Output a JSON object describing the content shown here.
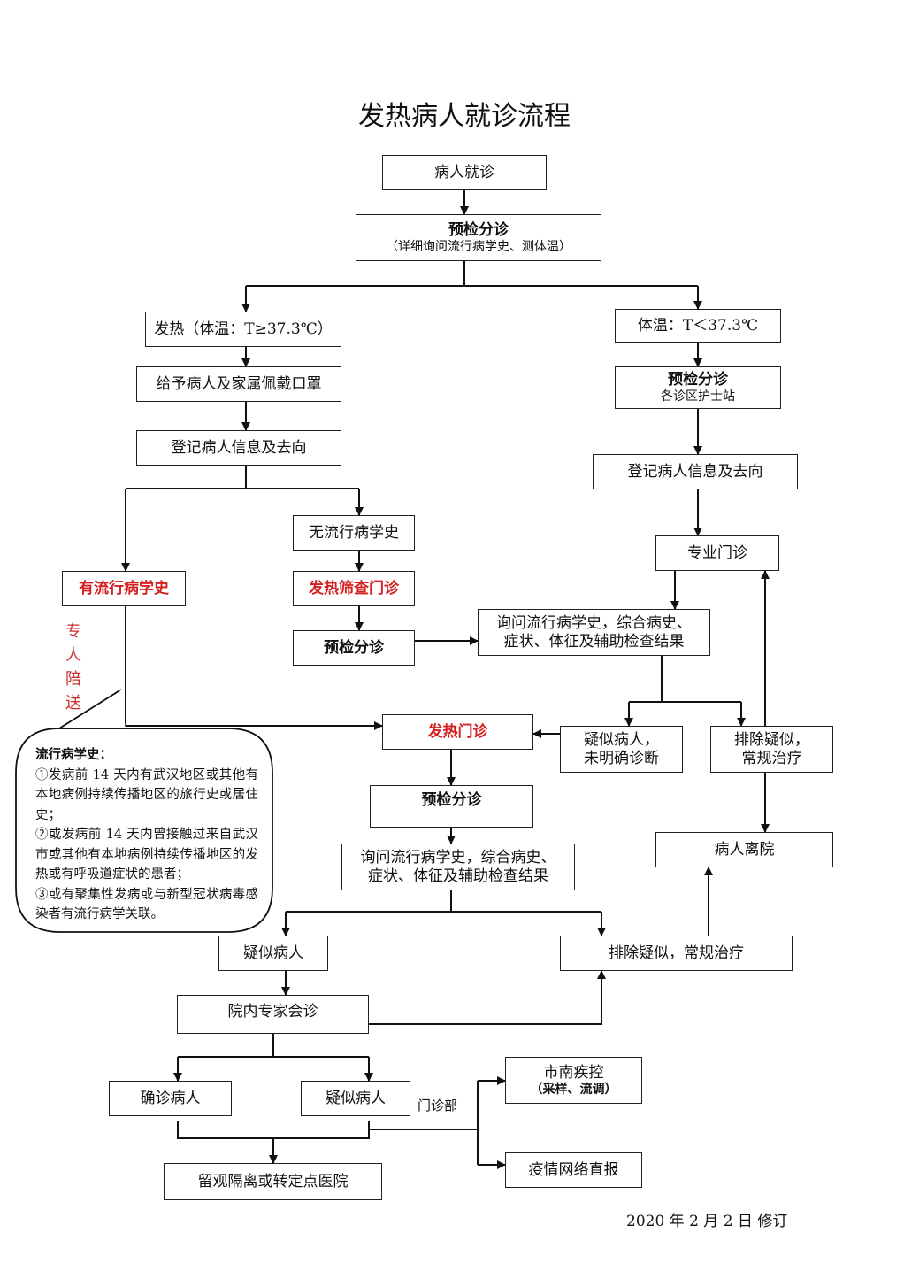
{
  "title": "发热病人就诊流程",
  "nodes": {
    "visit": "病人就诊",
    "triage_title": "预检分诊",
    "triage_sub": "（详细询问流行病学史、测体温）",
    "fever": "发热（体温：T≥37.3℃）",
    "normal": "体温：T＜37.3℃",
    "mask": "给予病人及家属佩戴口罩",
    "register_left": "登记病人信息及去向",
    "triage_right_title": "预检分诊",
    "triage_right_sub": "各诊区护士站",
    "register_right": "登记病人信息及去向",
    "no_epi": "无流行病学史",
    "has_epi": "有流行病学史",
    "screening": "发热筛查门诊",
    "triage_mid": "预检分诊",
    "specialist": "专业门诊",
    "inquiry_1_l1": "询问流行病学史，综合病史、",
    "inquiry_1_l2": "症状、体征及辅助检查结果",
    "suspect_unconfirmed_l1": "疑似病人，",
    "suspect_unconfirmed_l2": "未明确诊断",
    "exclude_l1": "排除疑似，",
    "exclude_l2": "常规治疗",
    "fever_clinic": "发热门诊",
    "triage_fc": "预检分诊",
    "inquiry_2_l1": "询问流行病学史，综合病史、",
    "inquiry_2_l2": "症状、体征及辅助检查结果",
    "leave": "病人离院",
    "suspect": "疑似病人",
    "exclude_2": "排除疑似，常规治疗",
    "consult": "院内专家会诊",
    "confirmed": "确诊病人",
    "suspect_2": "疑似病人",
    "cdc_title": "市南疾控",
    "cdc_sub": "（采样、流调）",
    "report": "疫情网络直报",
    "isolate": "留观隔离或转定点医院"
  },
  "escort_label": "专人陪送",
  "department_label": "门诊部",
  "callout": {
    "heading": "流行病学史：",
    "items": [
      "①发病前 14 天内有武汉地区或其他有本地病例持续传播地区的旅行史或居住史；",
      "②或发病前 14 天内曾接触过来自武汉市或其他有本地病例持续传播地区的发热或有呼吸道症状的患者；",
      "③或有聚集性发病或与新型冠状病毒感染者有流行病学关联。"
    ]
  },
  "footer": "2020 年 2 月 2 日  修订",
  "colors": {
    "highlight": "#d42020",
    "line": "#222222"
  }
}
